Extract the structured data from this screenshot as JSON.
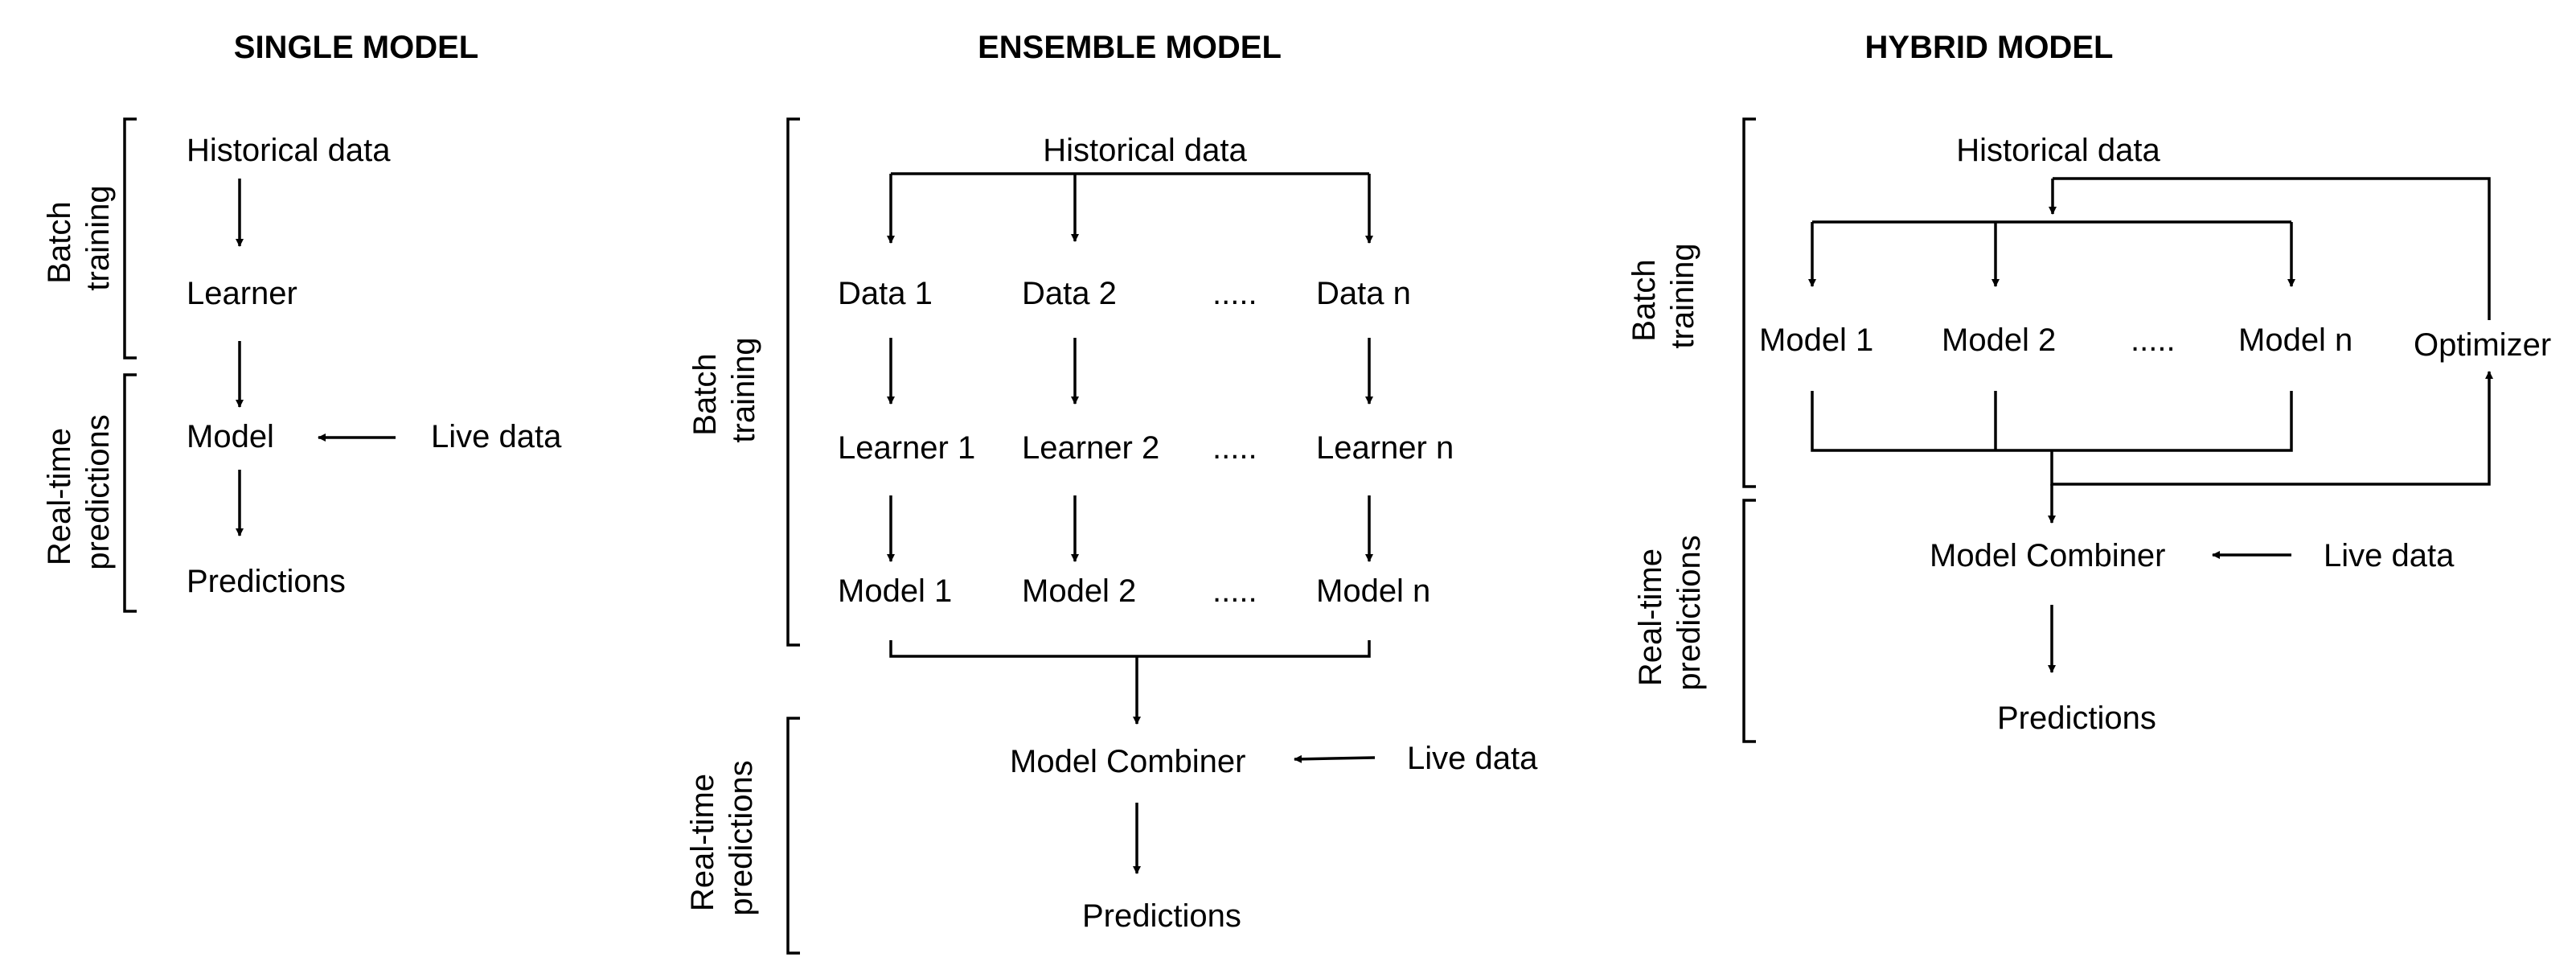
{
  "single": {
    "title": "SINGLE MODEL",
    "phase_batch": [
      "Batch",
      "training"
    ],
    "phase_realtime": [
      "Real-time",
      "predictions"
    ],
    "historical": "Historical data",
    "learner": "Learner",
    "model": "Model",
    "live": "Live data",
    "predictions": "Predictions"
  },
  "ensemble": {
    "title": "ENSEMBLE MODEL",
    "phase_batch": [
      "Batch",
      "training"
    ],
    "phase_realtime": [
      "Real-time",
      "predictions"
    ],
    "historical": "Historical data",
    "data": [
      "Data 1",
      "Data 2",
      ".....",
      "Data n"
    ],
    "learners": [
      "Learner 1",
      "Learner 2",
      ".....",
      "Learner n"
    ],
    "models": [
      "Model 1",
      "Model 2",
      ".....",
      "Model n"
    ],
    "combiner": "Model Combiner",
    "live": "Live data",
    "predictions": "Predictions"
  },
  "hybrid": {
    "title": "HYBRID MODEL",
    "phase_batch": [
      "Batch",
      "training"
    ],
    "phase_realtime": [
      "Real-time",
      "predictions"
    ],
    "historical": "Historical data",
    "models": [
      "Model 1",
      "Model 2",
      ".....",
      "Model n"
    ],
    "optimizer": "Optimizer",
    "combiner": "Model Combiner",
    "live": "Live data",
    "predictions": "Predictions"
  }
}
